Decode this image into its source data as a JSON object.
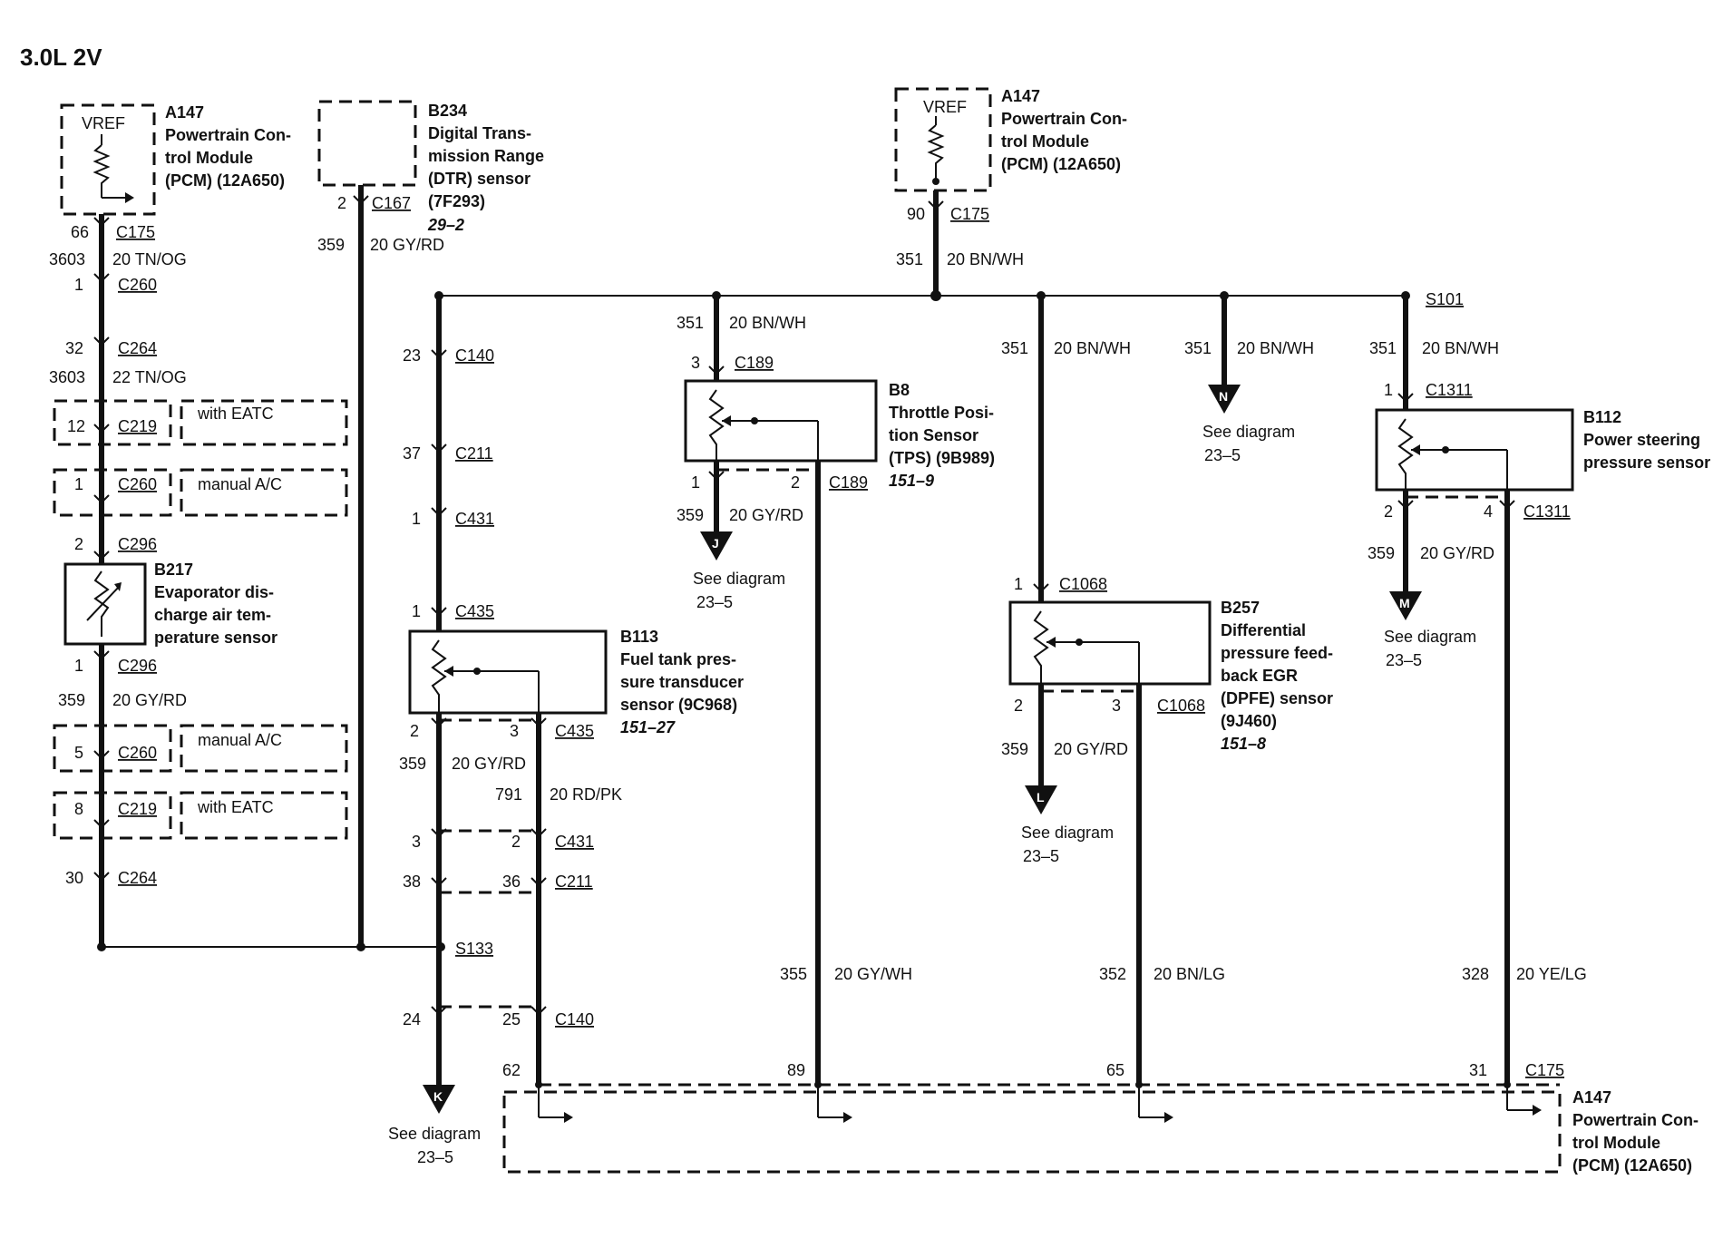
{
  "title": "3.0L 2V",
  "components": {
    "pcm_top_left": {
      "id": "A147",
      "l1": "Powertrain Con-",
      "l2": "trol Module",
      "l3": "(PCM) (12A650)",
      "vref": "VREF"
    },
    "dtr": {
      "id": "B234",
      "l1": "Digital Trans-",
      "l2": "mission Range",
      "l3": "(DTR) sensor",
      "l4": "(7F293)",
      "ref": "29–2"
    },
    "pcm_top_mid": {
      "id": "A147",
      "l1": "Powertrain Con-",
      "l2": "trol Module",
      "l3": "(PCM) (12A650)",
      "vref": "VREF"
    },
    "tps": {
      "id": "B8",
      "l1": "Throttle Posi-",
      "l2": "tion Sensor",
      "l3": "(TPS) (9B989)",
      "ref": "151–9"
    },
    "ps_sensor": {
      "id": "B112",
      "l1": "Power steering",
      "l2": "pressure sensor"
    },
    "evap": {
      "id": "B217",
      "l1": "Evaporator dis-",
      "l2": "charge air tem-",
      "l3": "perature sensor"
    },
    "ftpt": {
      "id": "B113",
      "l1": "Fuel tank pres-",
      "l2": "sure transducer",
      "l3": "sensor (9C968)",
      "ref": "151–27"
    },
    "dpfe": {
      "id": "B257",
      "l1": "Differential",
      "l2": "pressure feed-",
      "l3": "back EGR",
      "l4": "(DPFE) sensor",
      "l5": "(9J460)",
      "ref": "151–8"
    },
    "pcm_bottom": {
      "id": "A147",
      "l1": "Powertrain Con-",
      "l2": "trol Module",
      "l3": "(PCM) (12A650)"
    }
  },
  "notes": {
    "with_eatc": "with EATC",
    "manual_ac": "manual A/C",
    "see_diagram": "See diagram",
    "diagram_ref": "23–5"
  },
  "arrows": {
    "n": "N",
    "j": "J",
    "m": "M",
    "l": "L",
    "k": "K"
  },
  "labels": {
    "c175": "C175",
    "c260": "C260",
    "c264": "C264",
    "c219": "C219",
    "c296": "C296",
    "c167": "C167",
    "c140": "C140",
    "c211": "C211",
    "c431": "C431",
    "c435": "C435",
    "c189": "C189",
    "c1068": "C1068",
    "c1311": "C1311",
    "s101": "S101",
    "s133": "S133",
    "w_tnog20": "20 TN/OG",
    "w_tnog22": "22 TN/OG",
    "w_gyrd": "20 GY/RD",
    "w_bnwh": "20 BN/WH",
    "w_rdpk": "20 RD/PK",
    "w_gywh": "20 GY/WH",
    "w_bnlg": "20 BN/LG",
    "w_yelg": "20 YE/LG",
    "n1": "1",
    "n2": "2",
    "n3": "3",
    "n4": "4",
    "n5": "5",
    "n8": "8",
    "n12": "12",
    "n23": "23",
    "n24": "24",
    "n25": "25",
    "n30": "30",
    "n31": "31",
    "n32": "32",
    "n36": "36",
    "n37": "37",
    "n38": "38",
    "n62": "62",
    "n65": "65",
    "n66": "66",
    "n89": "89",
    "n90": "90",
    "n328": "328",
    "n351": "351",
    "n352": "352",
    "n355": "355",
    "n359": "359",
    "n791": "791",
    "n3603": "3603"
  }
}
